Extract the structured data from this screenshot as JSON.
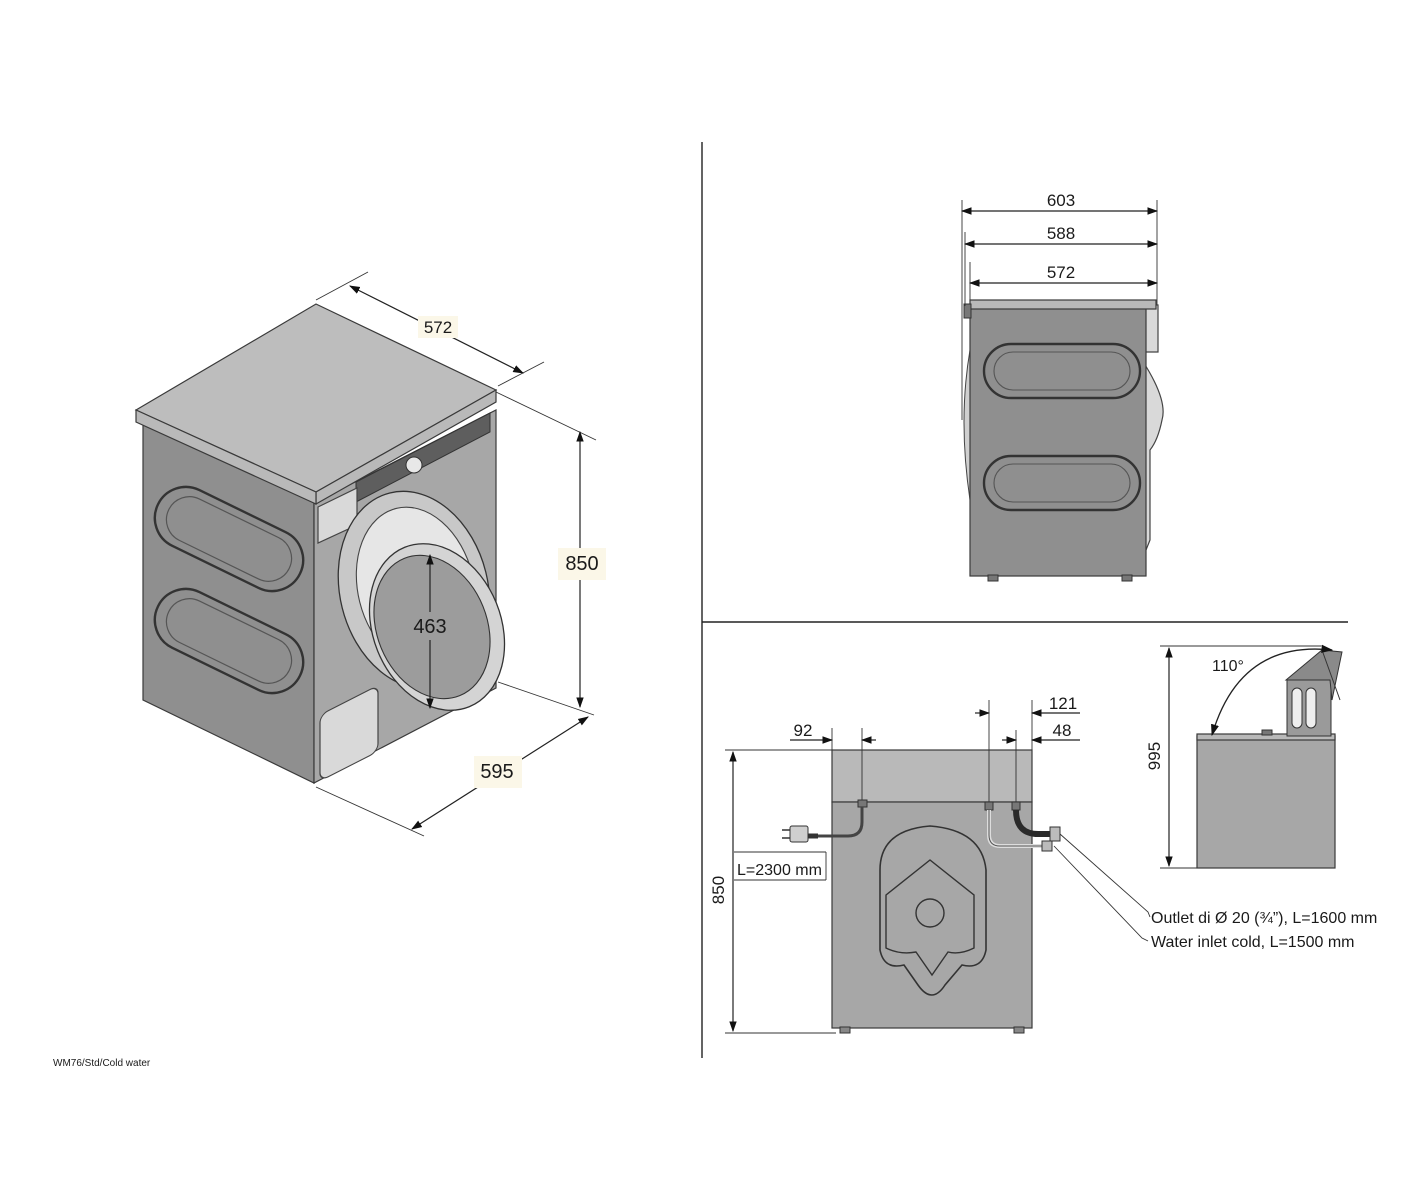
{
  "isometric_view": {
    "depth_top": "572",
    "height": "850",
    "width_front": "595",
    "door_diameter": "463"
  },
  "side_view": {
    "depth_overall": "603",
    "depth_mid": "588",
    "depth_body": "572"
  },
  "rear_view": {
    "power_offset": "92",
    "inlet_offset": "121",
    "outlet_offset": "48",
    "height": "850",
    "cable_length": "L=2300 mm",
    "outlet_label": "Outlet di Ø 20 (¾”), L=1600 mm",
    "inlet_label": "Water inlet cold, L=1500 mm"
  },
  "lid_view": {
    "angle": "110°",
    "height_open": "995"
  },
  "footer": {
    "model_note": "WM76/Std/Cold water"
  }
}
